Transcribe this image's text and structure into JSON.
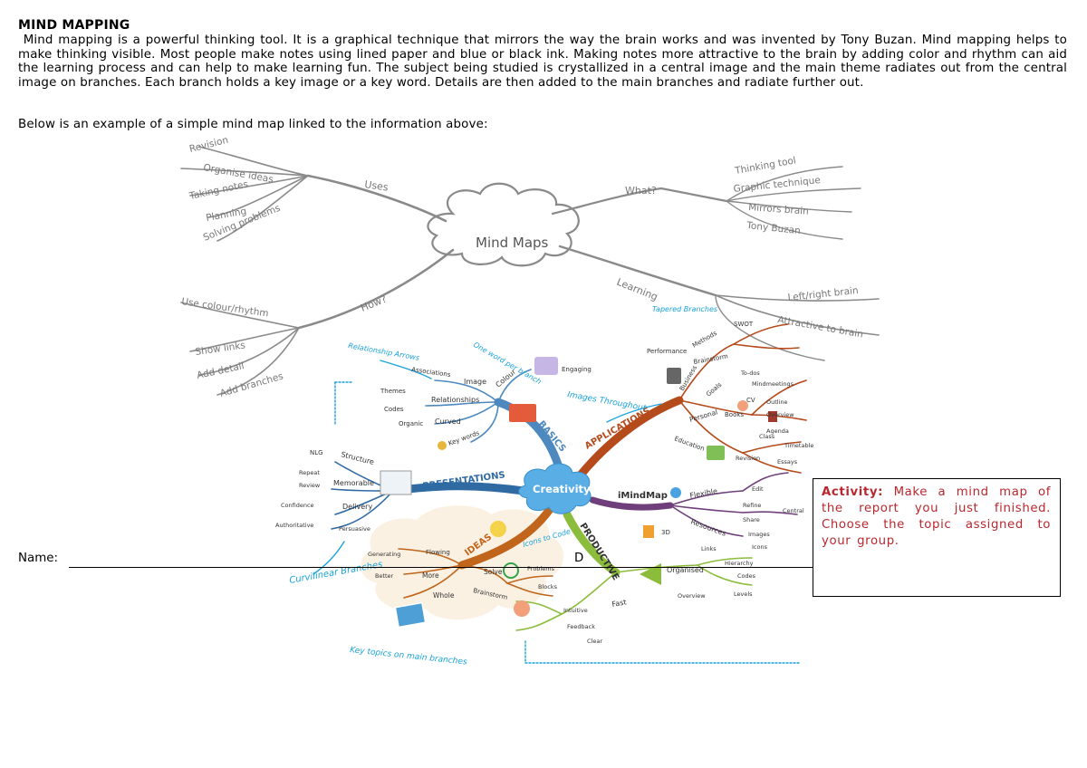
{
  "document": {
    "title": "MIND MAPPING",
    "intro": "Mind mapping is a powerful thinking tool. It is a graphical technique that mirrors the way the brain works and was invented by Tony Buzan. Mind mapping helps to make thinking visible. Most people make notes using lined paper and blue or black ink. Making notes more attractive to the brain by adding color and rhythm can aid the learning process and can help to make learning fun. The subject being studied is crystallized in a central image and the main theme radiates out from the central image on branches. Each branch holds a key image or a key word. Details are then added to the main branches and radiate further out.",
    "example_line": "Below is an example of a simple mind map linked to the information above:",
    "name_label": "Name:",
    "date_fragment": "D",
    "activity": {
      "label": "Activity:",
      "text": "Make a mind map of the report you just finished. Choose the topic assigned to your group."
    }
  },
  "sketch_map": {
    "center": "Mind Maps",
    "uses": {
      "label": "Uses",
      "items": [
        "Revision",
        "Organise ideas",
        "Taking notes",
        "Planning",
        "Solving problems"
      ]
    },
    "what": {
      "label": "What?",
      "items": [
        "Thinking tool",
        "Graphic technique",
        "Mirrors brain",
        "Tony Buzan"
      ]
    },
    "how": {
      "label": "How?",
      "items": [
        "Use colour/rhythm",
        "Show links",
        "Add detail",
        "Add branches"
      ]
    },
    "learning": {
      "label": "Learning",
      "items": [
        "Left/right brain",
        "Attractive to brain"
      ]
    }
  },
  "color_map": {
    "center": "Creativity",
    "basics": {
      "label": "BASICS",
      "items": [
        "Associations",
        "Image",
        "Colour",
        "Engaging",
        "Themes",
        "Relationships",
        "Codes",
        "Organic",
        "Curved",
        "Key words"
      ]
    },
    "applications": {
      "label": "APPLICATIONS",
      "items": [
        "Business",
        "Performance",
        "Methods",
        "SWOT",
        "Brainstorm",
        "Personal",
        "Goals",
        "To-dos",
        "CV",
        "Books",
        "Education",
        "Class",
        "Revision",
        "Essays",
        "Timetable",
        "Agenda",
        "Outline",
        "Overview",
        "Mindmeetings"
      ]
    },
    "presentations": {
      "label": "PRESENTATIONS",
      "items": [
        "Structure",
        "NLG",
        "Memorable",
        "Repeat",
        "Review",
        "Delivery",
        "Confidence",
        "Authoritative",
        "Persuasive"
      ]
    },
    "ideas": {
      "label": "IDEAS",
      "items": [
        "Generating",
        "Flowing",
        "More",
        "Better",
        "Whole",
        "Solve",
        "Problems",
        "Blocks",
        "Brainstorm"
      ]
    },
    "imindmap": {
      "label": "iMindMap",
      "items": [
        "Flexible",
        "Edit",
        "Refine",
        "Share",
        "Central",
        "Resources",
        "Images",
        "Links",
        "Icons",
        "3D"
      ]
    },
    "productive": {
      "label": "PRODUCTIVE",
      "items": [
        "Organised",
        "Hierarchy",
        "Codes",
        "Levels",
        "Overview",
        "Fast",
        "Intuitive",
        "Feedback",
        "Clear"
      ]
    },
    "annotations": [
      "Relationship Arrows",
      "One word per branch",
      "Images Throughout",
      "Tapered Branches",
      "Icons to Code",
      "Curvilinear Branches",
      "Key topics on main branches"
    ]
  },
  "colors": {
    "activity_text": "#b8282e",
    "presentations_branch": "#2f6aa3",
    "basics_branch": "#4d89bf",
    "applications_branch": "#b54a1b",
    "ideas_branch": "#c0651b",
    "imindmap_branch": "#6e3f7a",
    "productive_branch": "#8cbc3c",
    "annotation_blue": "#1aa3db",
    "center_cloud": "#5aaee6",
    "sketch_gray": "#8a8a8a"
  }
}
